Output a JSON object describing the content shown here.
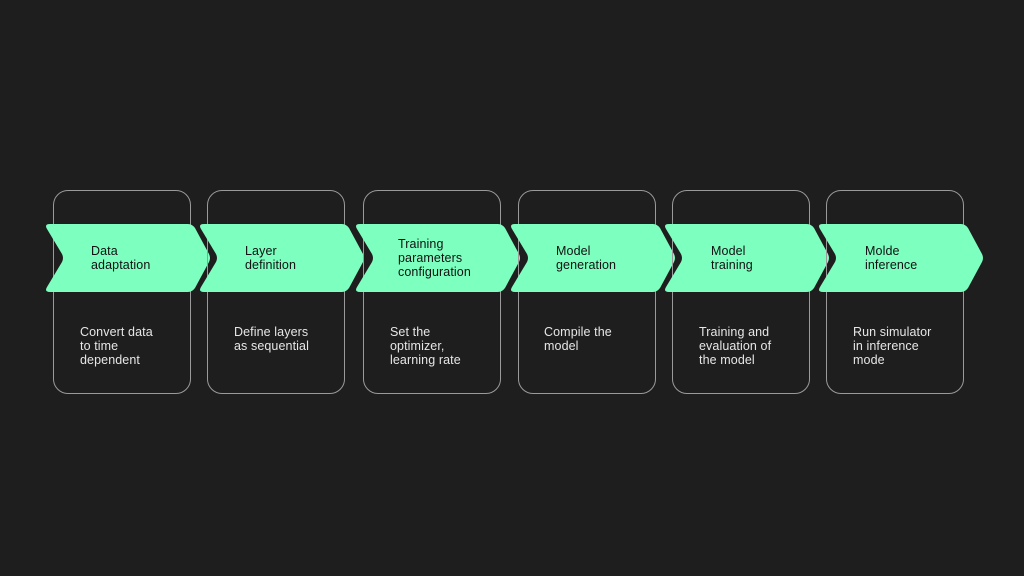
{
  "colors": {
    "background": "#1e1e1e",
    "arrow_fill": "#7dffc0",
    "card_border": "#9a9a9a",
    "title_text": "#111111",
    "description_text": "#e6e6e6"
  },
  "steps": [
    {
      "title_lines": [
        "Data",
        "adaptation"
      ],
      "description_lines": [
        "Convert data",
        "to time",
        "dependent"
      ]
    },
    {
      "title_lines": [
        "Layer",
        "definition"
      ],
      "description_lines": [
        "Define layers",
        "as sequential"
      ]
    },
    {
      "title_lines": [
        "Training",
        "parameters",
        "configuration"
      ],
      "description_lines": [
        "Set the",
        "optimizer,",
        "learning rate"
      ]
    },
    {
      "title_lines": [
        "Model",
        "generation"
      ],
      "description_lines": [
        "Compile the",
        "model"
      ]
    },
    {
      "title_lines": [
        "Model",
        "training"
      ],
      "description_lines": [
        "Training and",
        "evaluation of",
        "the model"
      ]
    },
    {
      "title_lines": [
        "Molde",
        "inference"
      ],
      "description_lines": [
        "Run simulator",
        "in inference",
        "mode"
      ]
    }
  ]
}
